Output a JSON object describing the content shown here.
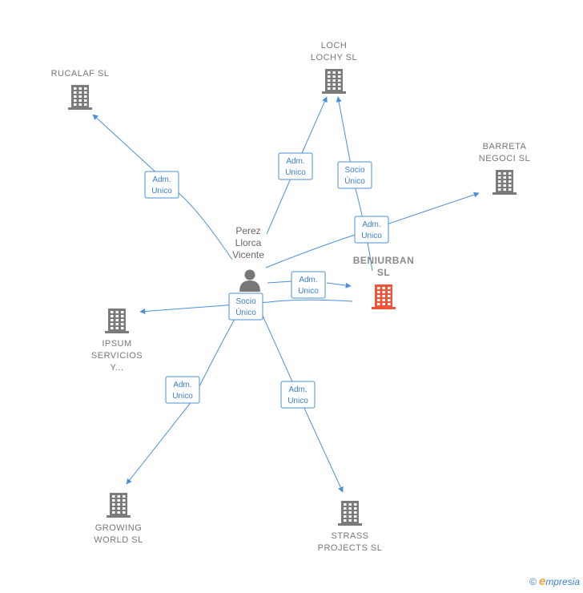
{
  "colors": {
    "edge": "#4a90d9",
    "company": "#7b7b7b",
    "focus_company": "#f0553a",
    "person": "#777777"
  },
  "person": {
    "name_lines": [
      "Perez",
      "Llorca",
      "Vicente"
    ],
    "icon": "person-icon"
  },
  "companies": [
    {
      "id": "rucalaf",
      "lines": [
        "RUCALAF SL"
      ],
      "focus": false
    },
    {
      "id": "loch",
      "lines": [
        "LOCH",
        "LOCHY  SL"
      ],
      "focus": false
    },
    {
      "id": "barreta",
      "lines": [
        "BARRETA",
        "NEGOCI SL"
      ],
      "focus": false
    },
    {
      "id": "beniurban",
      "lines": [
        "BENIURBAN",
        "SL"
      ],
      "focus": true
    },
    {
      "id": "ipsum",
      "lines": [
        "IPSUM",
        "SERVICIOS",
        "Y..."
      ],
      "focus": false
    },
    {
      "id": "growing",
      "lines": [
        "GROWING",
        "WORLD  SL"
      ],
      "focus": false
    },
    {
      "id": "strass",
      "lines": [
        "STRASS",
        "PROJECTS  SL"
      ],
      "focus": false
    }
  ],
  "edges": [
    {
      "from": "person",
      "to": "rucalaf",
      "label": [
        "Adm.",
        "Unico"
      ]
    },
    {
      "from": "person",
      "to": "loch",
      "label": [
        "Adm.",
        "Unico"
      ]
    },
    {
      "from": "beniurban",
      "to": "loch",
      "label": [
        "Socio",
        "Único"
      ]
    },
    {
      "from": "person",
      "to": "barreta",
      "label": [
        "Adm.",
        "Unico"
      ]
    },
    {
      "from": "person",
      "to": "beniurban",
      "label": [
        "Adm.",
        "Unico"
      ]
    },
    {
      "from": "beniurban",
      "to": "ipsum",
      "label": [
        "Socio",
        "Único"
      ]
    },
    {
      "from": "person",
      "to": "growing",
      "label": [
        "Adm.",
        "Unico"
      ]
    },
    {
      "from": "person",
      "to": "strass",
      "label": [
        "Adm.",
        "Unico"
      ]
    }
  ],
  "watermark": {
    "copyright": "©",
    "brand_initial": "e",
    "brand_rest": "mpresia"
  }
}
